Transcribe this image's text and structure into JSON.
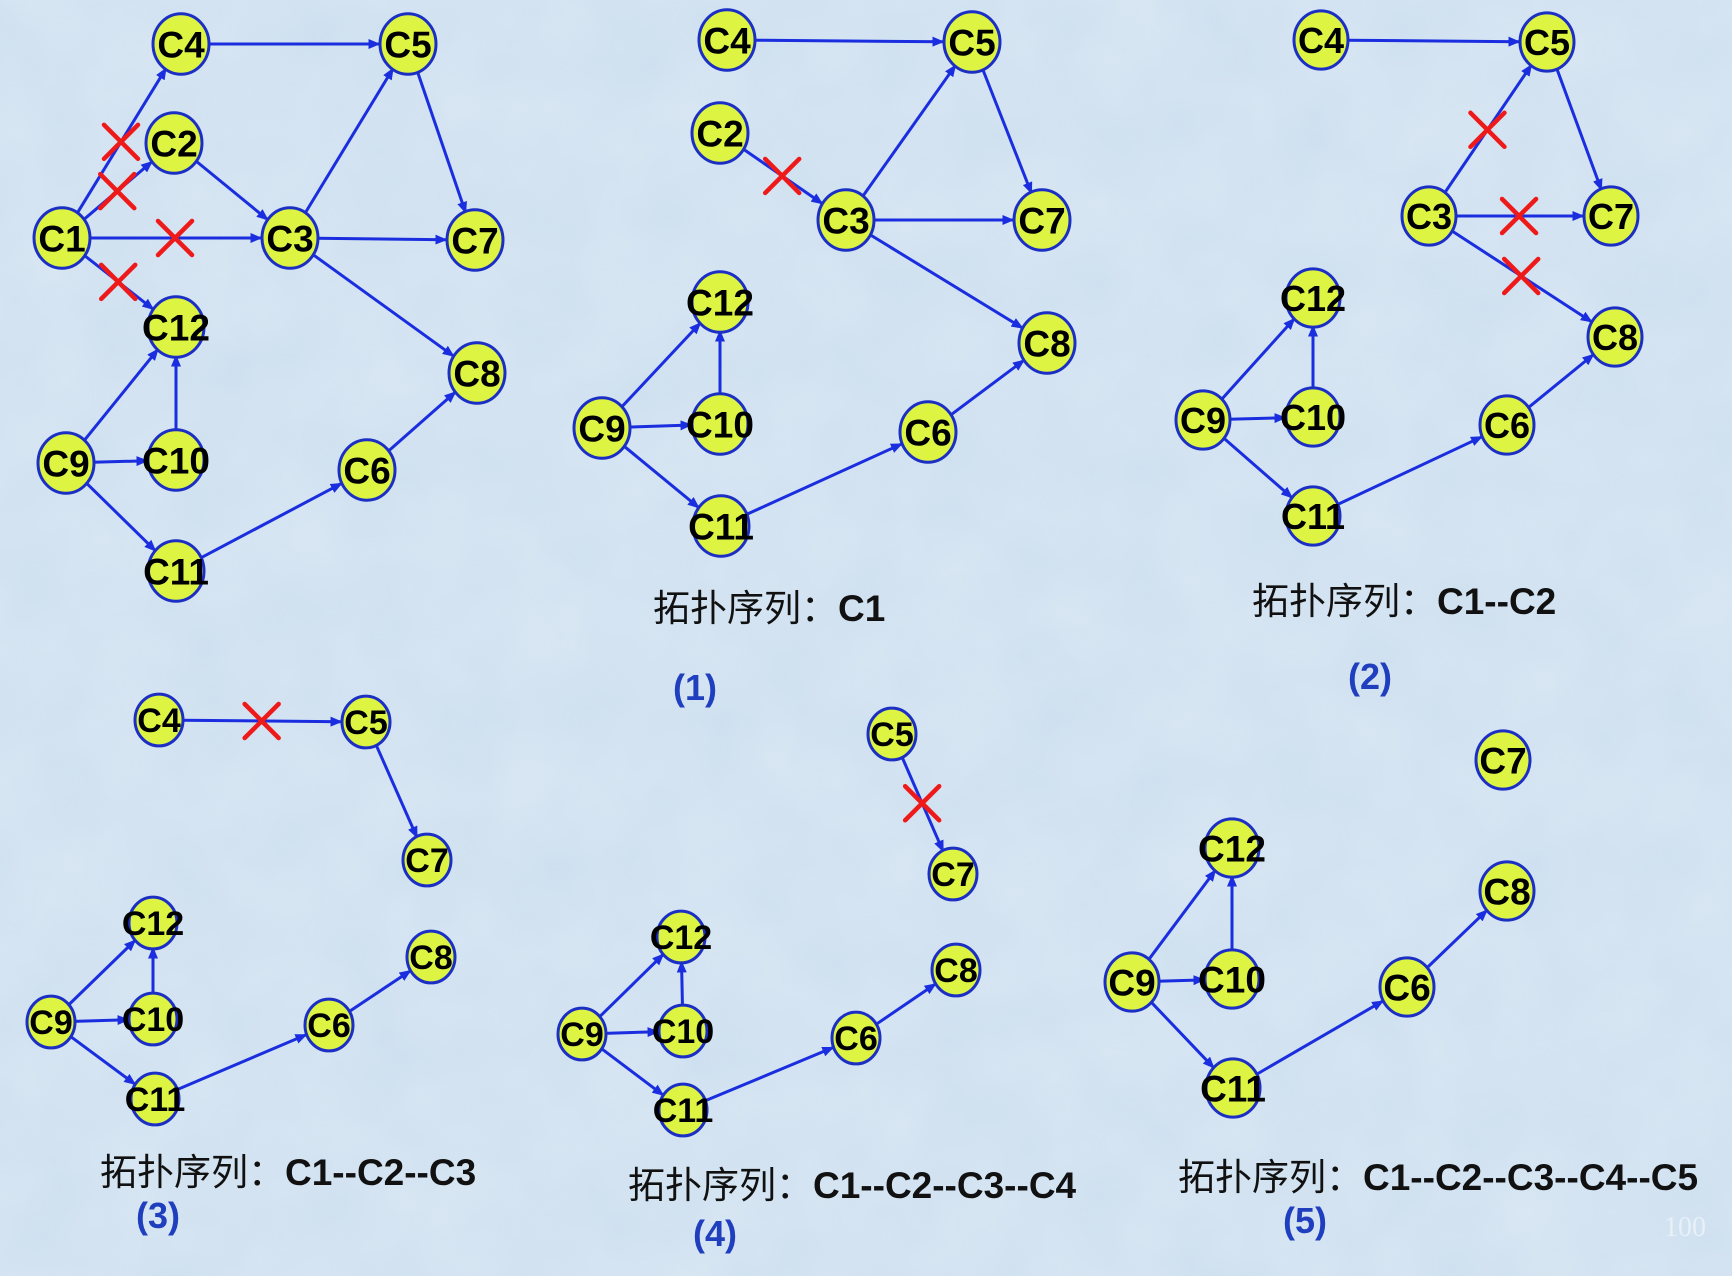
{
  "colors": {
    "background": "#cfe0ef",
    "node_fill": "#ddf542",
    "node_stroke": "#1c2fc4",
    "edge": "#1a2ee0",
    "cross": "#ee1a1a",
    "panel_number": "#1f3fbf"
  },
  "caption_prefix": "拓扑序列：",
  "slide_number": "100",
  "panels": [
    {
      "id": "initial",
      "number": "",
      "sequence": "",
      "nodes": [
        "C1",
        "C2",
        "C3",
        "C4",
        "C5",
        "C6",
        "C7",
        "C8",
        "C9",
        "C10",
        "C11",
        "C12"
      ],
      "edges": [
        [
          "C1",
          "C4"
        ],
        [
          "C1",
          "C2"
        ],
        [
          "C1",
          "C3"
        ],
        [
          "C1",
          "C12"
        ],
        [
          "C4",
          "C5"
        ],
        [
          "C2",
          "C3"
        ],
        [
          "C3",
          "C5"
        ],
        [
          "C3",
          "C7"
        ],
        [
          "C3",
          "C8"
        ],
        [
          "C5",
          "C7"
        ],
        [
          "C9",
          "C12"
        ],
        [
          "C9",
          "C10"
        ],
        [
          "C9",
          "C11"
        ],
        [
          "C10",
          "C12"
        ],
        [
          "C11",
          "C6"
        ],
        [
          "C6",
          "C8"
        ]
      ],
      "removed_edges": [
        [
          "C1",
          "C4"
        ],
        [
          "C1",
          "C2"
        ],
        [
          "C1",
          "C3"
        ],
        [
          "C1",
          "C12"
        ]
      ]
    },
    {
      "id": "step-1",
      "number": "(1)",
      "sequence": "C1",
      "nodes": [
        "C2",
        "C3",
        "C4",
        "C5",
        "C6",
        "C7",
        "C8",
        "C9",
        "C10",
        "C11",
        "C12"
      ],
      "edges": [
        [
          "C4",
          "C5"
        ],
        [
          "C2",
          "C3"
        ],
        [
          "C3",
          "C5"
        ],
        [
          "C3",
          "C7"
        ],
        [
          "C3",
          "C8"
        ],
        [
          "C5",
          "C7"
        ],
        [
          "C9",
          "C12"
        ],
        [
          "C9",
          "C10"
        ],
        [
          "C9",
          "C11"
        ],
        [
          "C10",
          "C12"
        ],
        [
          "C11",
          "C6"
        ],
        [
          "C6",
          "C8"
        ]
      ],
      "removed_edges": [
        [
          "C2",
          "C3"
        ]
      ]
    },
    {
      "id": "step-2",
      "number": "(2)",
      "sequence": "C1--C2",
      "nodes": [
        "C3",
        "C4",
        "C5",
        "C6",
        "C7",
        "C8",
        "C9",
        "C10",
        "C11",
        "C12"
      ],
      "edges": [
        [
          "C4",
          "C5"
        ],
        [
          "C3",
          "C5"
        ],
        [
          "C3",
          "C7"
        ],
        [
          "C3",
          "C8"
        ],
        [
          "C5",
          "C7"
        ],
        [
          "C9",
          "C12"
        ],
        [
          "C9",
          "C10"
        ],
        [
          "C9",
          "C11"
        ],
        [
          "C10",
          "C12"
        ],
        [
          "C11",
          "C6"
        ],
        [
          "C6",
          "C8"
        ]
      ],
      "removed_edges": [
        [
          "C3",
          "C5"
        ],
        [
          "C3",
          "C7"
        ],
        [
          "C3",
          "C8"
        ]
      ]
    },
    {
      "id": "step-3",
      "number": "(3)",
      "sequence": "C1--C2--C3",
      "nodes": [
        "C4",
        "C5",
        "C6",
        "C7",
        "C8",
        "C9",
        "C10",
        "C11",
        "C12"
      ],
      "edges": [
        [
          "C4",
          "C5"
        ],
        [
          "C5",
          "C7"
        ],
        [
          "C9",
          "C12"
        ],
        [
          "C9",
          "C10"
        ],
        [
          "C9",
          "C11"
        ],
        [
          "C10",
          "C12"
        ],
        [
          "C11",
          "C6"
        ],
        [
          "C6",
          "C8"
        ]
      ],
      "removed_edges": [
        [
          "C4",
          "C5"
        ]
      ]
    },
    {
      "id": "step-4",
      "number": "(4)",
      "sequence": "C1--C2--C3--C4",
      "nodes": [
        "C5",
        "C6",
        "C7",
        "C8",
        "C9",
        "C10",
        "C11",
        "C12"
      ],
      "edges": [
        [
          "C5",
          "C7"
        ],
        [
          "C9",
          "C12"
        ],
        [
          "C9",
          "C10"
        ],
        [
          "C9",
          "C11"
        ],
        [
          "C10",
          "C12"
        ],
        [
          "C11",
          "C6"
        ],
        [
          "C6",
          "C8"
        ]
      ],
      "removed_edges": [
        [
          "C5",
          "C7"
        ]
      ]
    },
    {
      "id": "step-5",
      "number": "(5)",
      "sequence": "C1--C2--C3--C4--C5",
      "nodes": [
        "C6",
        "C7",
        "C8",
        "C9",
        "C10",
        "C11",
        "C12"
      ],
      "edges": [
        [
          "C9",
          "C12"
        ],
        [
          "C9",
          "C10"
        ],
        [
          "C9",
          "C11"
        ],
        [
          "C10",
          "C12"
        ],
        [
          "C11",
          "C6"
        ],
        [
          "C6",
          "C8"
        ]
      ],
      "removed_edges": []
    }
  ]
}
